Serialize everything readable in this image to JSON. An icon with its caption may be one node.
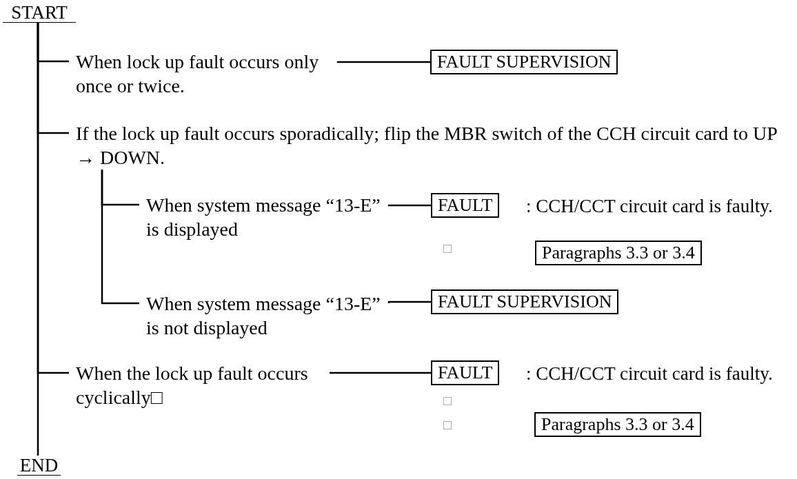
{
  "diagram": {
    "nodes": [
      {
        "text": [
          "START"
        ]
      },
      {
        "text": [
          "When lock up fault occurs only once or twice."
        ]
      },
      {
        "text": [
          "FAULT SUPERVISION"
        ]
      },
      {
        "text": [
          "If the lock up fault occurs sporadically; flip the MBR switch of the CCH circuit card to UP → DOWN."
        ]
      },
      {
        "text": [
          "When system message “13-E” is displayed"
        ]
      },
      {
        "text": [
          "FAULT"
        ],
        "beside": [
          ": CCH/CCT circuit card is faulty."
        ]
      },
      {
        "text": [
          "Paragraphs 3.3 or 3.4"
        ]
      },
      {
        "text": [
          "When system message “13-E” is not displayed"
        ]
      },
      {
        "text": [
          "FAULT SUPERVISION"
        ]
      },
      {
        "text": [
          "When the lock up fault occurs cyclically□"
        ]
      },
      {
        "text": [
          "FAULT"
        ],
        "beside": [
          ": CCH/CCT circuit card is faulty."
        ]
      },
      {
        "text": [
          "Paragraphs 3.3 or 3.4"
        ]
      },
      {
        "text": [
          "END"
        ]
      }
    ],
    "edges": [
      {
        "from": 0,
        "to": 12,
        "arrow": "none"
      },
      {
        "from": 0,
        "to": 1,
        "arrow": "none"
      },
      {
        "from": 0,
        "to": 3,
        "arrow": "none"
      },
      {
        "from": 0,
        "to": 9,
        "arrow": "none"
      },
      {
        "from": 1,
        "to": 2,
        "arrow": "none"
      },
      {
        "from": 3,
        "to": 4,
        "arrow": "none"
      },
      {
        "from": 3,
        "to": 7,
        "arrow": "none"
      },
      {
        "from": 4,
        "to": 5,
        "arrow": "none"
      },
      {
        "from": 7,
        "to": 8,
        "arrow": "none"
      },
      {
        "from": 9,
        "to": 10,
        "arrow": "none"
      }
    ],
    "labels": [
      "□",
      "□",
      "□"
    ]
  }
}
